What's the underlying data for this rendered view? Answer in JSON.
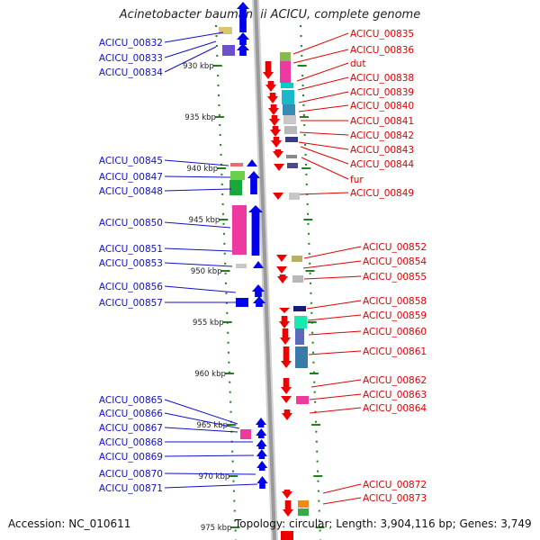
{
  "title": "Acinetobacter baumannii ACICU, complete genome",
  "footer": {
    "accession": "Accession: NC_010611",
    "topology": "Topology: circular; Length: 3,904,116 bp; Genes: 3,749"
  },
  "kbp_marks": [
    {
      "label": "930 kbp",
      "value": 930
    },
    {
      "label": "935 kbp",
      "value": 935
    },
    {
      "label": "940 kbp",
      "value": 940
    },
    {
      "label": "945 kbp",
      "value": 945
    },
    {
      "label": "950 kbp",
      "value": 950
    },
    {
      "label": "955 kbp",
      "value": 955
    },
    {
      "label": "960 kbp",
      "value": 960
    },
    {
      "label": "965 kbp",
      "value": 965
    },
    {
      "label": "970 kbp",
      "value": 970
    },
    {
      "label": "975 kbp",
      "value": 975
    }
  ],
  "left_labels": [
    "ACICU_00832",
    "ACICU_00833",
    "ACICU_00834",
    "ACICU_00845",
    "ACICU_00847",
    "ACICU_00848",
    "ACICU_00850",
    "ACICU_00851",
    "ACICU_00853",
    "ACICU_00856",
    "ACICU_00857",
    "ACICU_00865",
    "ACICU_00866",
    "ACICU_00867",
    "ACICU_00868",
    "ACICU_00869",
    "ACICU_00870",
    "ACICU_00871"
  ],
  "right_labels": [
    "ACICU_00835",
    "ACICU_00836",
    "dut",
    "ACICU_00838",
    "ACICU_00839",
    "ACICU_00840",
    "ACICU_00841",
    "ACICU_00842",
    "ACICU_00843",
    "ACICU_00844",
    "fur",
    "ACICU_00849",
    "ACICU_00852",
    "ACICU_00854",
    "ACICU_00855",
    "ACICU_00858",
    "ACICU_00859",
    "ACICU_00860",
    "ACICU_00861",
    "ACICU_00862",
    "ACICU_00863",
    "ACICU_00864",
    "ACICU_00872",
    "ACICU_00873"
  ],
  "colors": {
    "forward_strand": "#0000ee",
    "reverse_strand": "#ee0000",
    "left_label": "#1010c8",
    "right_label": "#e00000",
    "tick": "#208020",
    "backbone": "#9a9a9a"
  }
}
